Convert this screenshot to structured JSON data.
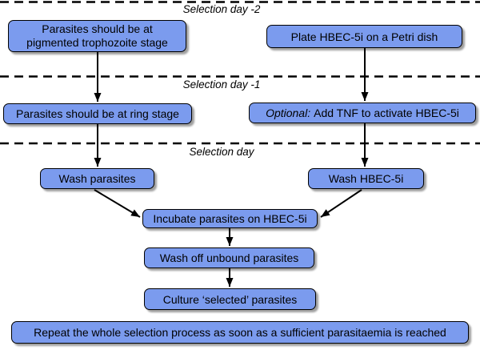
{
  "figure": {
    "type": "flowchart",
    "description_visible_text_only": true
  },
  "colors": {
    "node_fill": "#7b9bee",
    "node_border": "#000000",
    "arrow": "#000000",
    "dashed_line": "#000000",
    "background": "#ffffff",
    "text": "#000000"
  },
  "labels": {
    "day_minus_2": "Selection day -2",
    "day_minus_1": "Selection day -1",
    "day_0": "Selection day"
  },
  "nodes": {
    "trophozoite": {
      "line1": "Parasites should be at",
      "line2": "pigmented trophozoite stage"
    },
    "plate": {
      "label": "Plate HBEC-5i on a Petri dish"
    },
    "ring": {
      "label": "Parasites should be at ring stage"
    },
    "tnf": {
      "prefix": "Optional:",
      "label": "Add TNF to activate HBEC-5i"
    },
    "wash_parasites": {
      "label": "Wash parasites"
    },
    "wash_hbec": {
      "label": "Wash HBEC-5i"
    },
    "incubate": {
      "label": "Incubate parasites on HBEC-5i"
    },
    "wash_unbound": {
      "label": "Wash off unbound parasites"
    },
    "culture": {
      "label": "Culture ‘selected’ parasites"
    },
    "repeat": {
      "label": "Repeat the whole selection process as soon as a sufficient parasitaemia is reached"
    }
  },
  "edges": [
    {
      "from": "trophozoite",
      "to": "ring"
    },
    {
      "from": "plate",
      "to": "tnf"
    },
    {
      "from": "ring",
      "to": "wash_parasites"
    },
    {
      "from": "tnf",
      "to": "wash_hbec"
    },
    {
      "from": "wash_parasites",
      "to": "incubate"
    },
    {
      "from": "wash_hbec",
      "to": "incubate"
    },
    {
      "from": "incubate",
      "to": "wash_unbound"
    },
    {
      "from": "wash_unbound",
      "to": "culture"
    }
  ]
}
